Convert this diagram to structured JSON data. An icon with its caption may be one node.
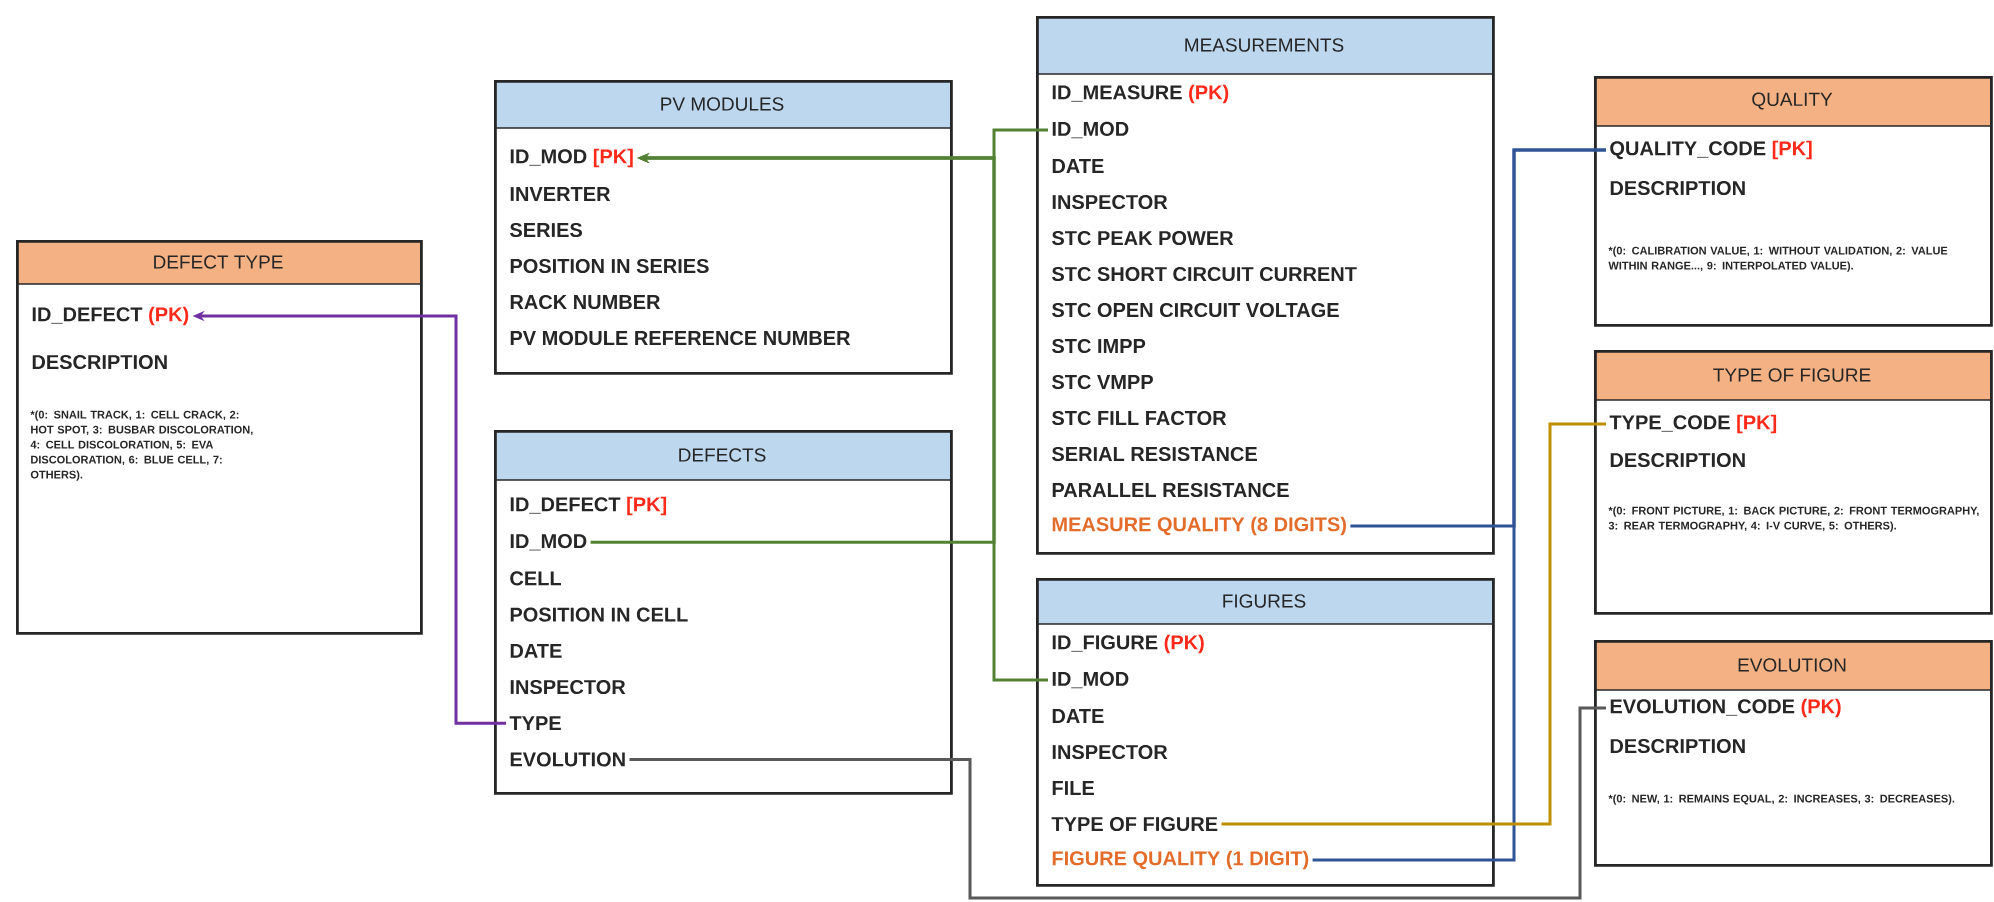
{
  "diagram": {
    "nodes": [
      {
        "text": [
          "DEFECT TYPE"
        ]
      },
      {
        "text": [
          "ID_DEFECT",
          "(PK)"
        ],
        "in": 0
      },
      {
        "text": [
          "DESCRIPTION"
        ],
        "in": 0
      },
      {
        "text": [
          "*(0: SNAIL TRACK, 1: CELL CRACK, 2: HOT SPOT, 3: BUSBAR DISCOLORATION, 4: CELL DISCOLORATION, 5: EVA DISCOLORATION, 6: BLUE CELL, 7: OTHERS)."
        ],
        "in": 0
      },
      {
        "text": [
          "PV MODULES"
        ]
      },
      {
        "text": [
          "ID_MOD",
          "[PK]"
        ],
        "in": 4
      },
      {
        "text": [
          "INVERTER"
        ],
        "in": 4
      },
      {
        "text": [
          "SERIES"
        ],
        "in": 4
      },
      {
        "text": [
          "POSITION IN SERIES"
        ],
        "in": 4
      },
      {
        "text": [
          "RACK NUMBER"
        ],
        "in": 4
      },
      {
        "text": [
          "PV MODULE REFERENCE NUMBER"
        ],
        "in": 4
      },
      {
        "text": [
          "DEFECTS"
        ]
      },
      {
        "text": [
          "ID_DEFECT",
          "[PK]"
        ],
        "in": 11
      },
      {
        "text": [
          "ID_MOD"
        ],
        "in": 11
      },
      {
        "text": [
          "CELL"
        ],
        "in": 11
      },
      {
        "text": [
          "POSITION IN CELL"
        ],
        "in": 11
      },
      {
        "text": [
          "DATE"
        ],
        "in": 11
      },
      {
        "text": [
          "INSPECTOR"
        ],
        "in": 11
      },
      {
        "text": [
          "TYPE"
        ],
        "in": 11
      },
      {
        "text": [
          "EVOLUTION"
        ],
        "in": 11
      },
      {
        "text": [
          "MEASUREMENTS"
        ]
      },
      {
        "text": [
          "ID_MEASURE",
          "(PK)"
        ],
        "in": 20
      },
      {
        "text": [
          "ID_MOD"
        ],
        "in": 20
      },
      {
        "text": [
          "DATE"
        ],
        "in": 20
      },
      {
        "text": [
          "INSPECTOR"
        ],
        "in": 20
      },
      {
        "text": [
          "STC PEAK POWER"
        ],
        "in": 20
      },
      {
        "text": [
          "STC SHORT CIRCUIT CURRENT"
        ],
        "in": 20
      },
      {
        "text": [
          "STC OPEN CIRCUIT VOLTAGE"
        ],
        "in": 20
      },
      {
        "text": [
          "STC IMPP"
        ],
        "in": 20
      },
      {
        "text": [
          "STC VMPP"
        ],
        "in": 20
      },
      {
        "text": [
          "STC FILL FACTOR"
        ],
        "in": 20
      },
      {
        "text": [
          "SERIAL RESISTANCE"
        ],
        "in": 20
      },
      {
        "text": [
          "PARALLEL RESISTANCE"
        ],
        "in": 20
      },
      {
        "text": [
          "MEASURE QUALITY (8 DIGITS)"
        ],
        "in": 20
      },
      {
        "text": [
          "FIGURES"
        ]
      },
      {
        "text": [
          "ID_FIGURE",
          "(PK)"
        ],
        "in": 34
      },
      {
        "text": [
          "ID_MOD"
        ],
        "in": 34
      },
      {
        "text": [
          "DATE"
        ],
        "in": 34
      },
      {
        "text": [
          "INSPECTOR"
        ],
        "in": 34
      },
      {
        "text": [
          "FILE"
        ],
        "in": 34
      },
      {
        "text": [
          "TYPE OF FIGURE"
        ],
        "in": 34
      },
      {
        "text": [
          "FIGURE QUALITY (1 DIGIT)"
        ],
        "in": 34
      },
      {
        "text": [
          "QUALITY"
        ]
      },
      {
        "text": [
          "QUALITY_CODE",
          "[PK]"
        ],
        "in": 42
      },
      {
        "text": [
          "DESCRIPTION"
        ],
        "in": 42
      },
      {
        "text": [
          "*(0: CALIBRATION VALUE, 1: WITHOUT VALIDATION, 2: VALUE WITHIN RANGE..., 9: INTERPOLATED VALUE)."
        ],
        "in": 42
      },
      {
        "text": [
          "TYPE OF FIGURE"
        ]
      },
      {
        "text": [
          "TYPE_CODE",
          "[PK]"
        ],
        "in": 46
      },
      {
        "text": [
          "DESCRIPTION"
        ],
        "in": 46
      },
      {
        "text": [
          "*(0: FRONT PICTURE, 1: BACK PICTURE, 2: FRONT TERMOGRAPHY, 3: REAR TERMOGRAPHY, 4: I-V CURVE, 5: OTHERS)."
        ],
        "in": 46
      },
      {
        "text": [
          "EVOLUTION"
        ]
      },
      {
        "text": [
          "EVOLUTION_CODE",
          "(PK)"
        ],
        "in": 50
      },
      {
        "text": [
          "DESCRIPTION"
        ],
        "in": 50
      },
      {
        "text": [
          "*(0: NEW, 1: REMAINS EQUAL, 2: INCREASES, 3: DECREASES)."
        ],
        "in": 50
      }
    ],
    "edges": [
      {
        "from": 22,
        "to": 5,
        "arrow": "to",
        "color": "#548235"
      },
      {
        "from": 13,
        "to": 5,
        "arrow": "to",
        "color": "#548235"
      },
      {
        "from": 36,
        "to": 5,
        "arrow": "to",
        "color": "#548235"
      },
      {
        "from": 18,
        "to": 1,
        "arrow": "to",
        "color": "#7030a0"
      },
      {
        "from": 19,
        "to": 51,
        "arrow": "none",
        "color": "#595959"
      },
      {
        "from": 33,
        "to": 43,
        "arrow": "none",
        "color": "#2f5597"
      },
      {
        "from": 41,
        "to": 43,
        "arrow": "none",
        "color": "#2f5597"
      },
      {
        "from": 40,
        "to": 47,
        "arrow": "none",
        "color": "#bf9000"
      }
    ]
  }
}
